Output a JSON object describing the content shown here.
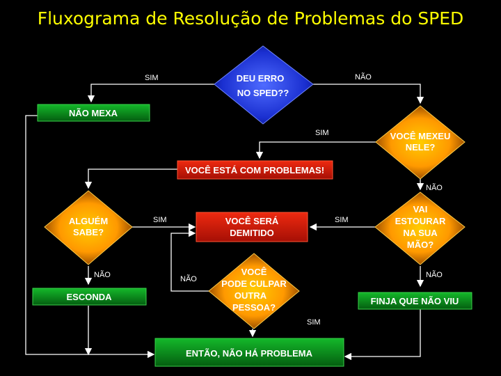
{
  "title": "Fluxograma de Resolução de Problemas do SPED",
  "nodes": {
    "start": [
      "DEU ERRO",
      "NO SPED??"
    ],
    "mexeu": [
      "VOCÊ MEXEU",
      "NELE?"
    ],
    "nao_mexa": "NÃO MEXA",
    "problemas": "VOCÊ ESTÁ COM PROBLEMAS!",
    "alguem": [
      "ALGUÉM",
      "SABE?"
    ],
    "demitido": [
      "VOCÊ SERÁ",
      "DEMITIDO"
    ],
    "estourar": [
      "VAI",
      "ESTOURAR",
      "NA SUA",
      "MÃO?"
    ],
    "culpar": [
      "VOCÊ",
      "PODE CULPAR",
      "OUTRA",
      "PESSOA?"
    ],
    "esconda": "ESCONDA",
    "finja": "FINJA QUE NÃO VIU",
    "entao": "ENTÃO, NÃO HÁ PROBLEMA"
  },
  "edge_labels": {
    "start_sim": "SIM",
    "start_nao": "NÃO",
    "mexeu_sim": "SIM",
    "mexeu_nao": "NÃO",
    "alguem_sim": "SIM",
    "alguem_nao": "NÃO",
    "estourar_sim": "SIM",
    "estourar_nao": "NÃO",
    "culpar_nao": "NÃO",
    "culpar_sim": "SIM"
  },
  "colors": {
    "background": "#000000",
    "title": "#ffff00",
    "blue_diamond": "#1a2fd0",
    "orange_diamond": "#ff9900",
    "green_box": "#0b8a1a",
    "red_box": "#d81a0a"
  }
}
